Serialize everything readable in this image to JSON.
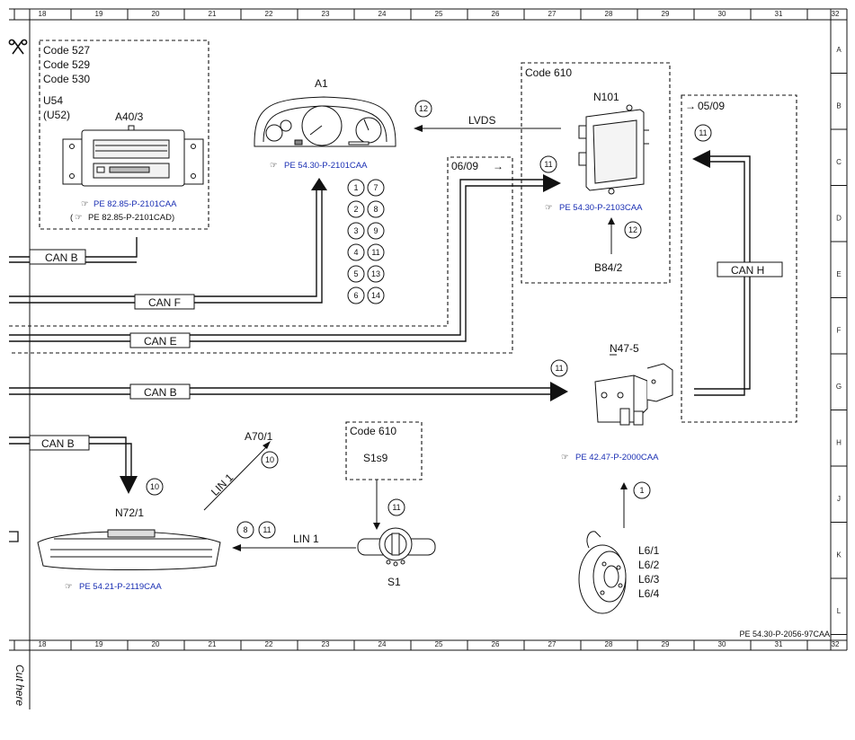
{
  "grid": {
    "columns": [
      "18",
      "19",
      "20",
      "21",
      "22",
      "23",
      "24",
      "25",
      "26",
      "27",
      "28",
      "29",
      "30",
      "31",
      "32"
    ],
    "rows": [
      "A",
      "B",
      "C",
      "D",
      "E",
      "F",
      "G",
      "H",
      "J",
      "K",
      "L"
    ]
  },
  "footer_ref": "PE 54.30-P-2056-97CAA",
  "cut_here": "Cut here",
  "boxes": {
    "codes_left": [
      "Code 527",
      "Code 529",
      "Code 530"
    ],
    "u54": "U54",
    "u52": "(U52)",
    "code610_n101": "Code 610",
    "arrow_0609": "06/09",
    "arrow_0509": "05/09",
    "code610_s1": "Code 610"
  },
  "components": {
    "a40_3": {
      "label": "A40/3",
      "ref1": "PE 82.85-P-2101CAA",
      "ref2": "PE 82.85-P-2101CAD)",
      "ref2_prefix": "("
    },
    "a1": {
      "label": "A1",
      "ref": "PE 54.30-P-2101CAA"
    },
    "n101": {
      "label": "N101",
      "ref": "PE 54.30-P-2103CAA"
    },
    "b84_2": {
      "label": "B84/2"
    },
    "n47_5": {
      "label": "N47-5",
      "ref": "PE 42.47-P-2000CAA"
    },
    "n72_1": {
      "label": "N72/1",
      "ref": "PE 54.21-P-2119CAA"
    },
    "a70_1": {
      "label": "A70/1"
    },
    "s1s9": {
      "label": "S1s9"
    },
    "s1": {
      "label": "S1"
    },
    "l6": [
      "L6/1",
      "L6/2",
      "L6/3",
      "L6/4"
    ]
  },
  "buses": {
    "can_b_top": "CAN B",
    "can_f": "CAN F",
    "can_e": "CAN E",
    "can_b_mid": "CAN B",
    "can_b_low": "CAN B",
    "can_h": "CAN H",
    "lvds": "LVDS",
    "lin1_diag": "LIN 1",
    "lin1": "LIN 1"
  },
  "numbered_circles": {
    "a1_list": [
      "1",
      "7",
      "2",
      "8",
      "3",
      "9",
      "4",
      "11",
      "5",
      "13",
      "6",
      "14"
    ],
    "lvds": "12",
    "n101_in": "11",
    "canh": "11",
    "b84": "12",
    "n47_in": "11",
    "wheel": "1",
    "n72_in": "10",
    "a70": "10",
    "s1_in": "11",
    "lin_a": "8",
    "lin_b": "11"
  },
  "colors": {
    "ref_link": "#1a2fb3",
    "line": "#111111"
  }
}
